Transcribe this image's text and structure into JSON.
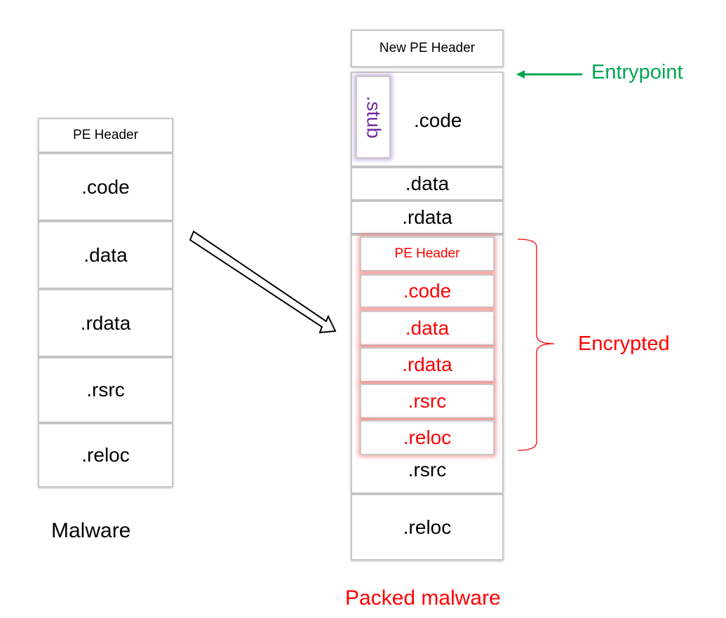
{
  "malware": {
    "header": "PE Header",
    "sections": [
      ".code",
      ".data",
      ".rdata",
      ".rsrc",
      ".reloc"
    ],
    "caption": "Malware"
  },
  "packed": {
    "header": "New PE Header",
    "stub_label": ".stub",
    "code": ".code",
    "data": ".data",
    "rdata": ".rdata",
    "encrypted_header": "PE Header",
    "encrypted_sections": [
      ".code",
      ".data",
      ".rdata",
      ".rsrc",
      ".reloc"
    ],
    "rsrc": ".rsrc",
    "reloc": ".reloc",
    "caption": "Packed malware"
  },
  "annotations": {
    "entrypoint": "Entrypoint",
    "encrypted": "Encrypted"
  },
  "colors": {
    "entrypoint": "#00a651",
    "encrypted": "#ff0000",
    "stub": "#7030a0",
    "border": "#c8c8c8"
  }
}
